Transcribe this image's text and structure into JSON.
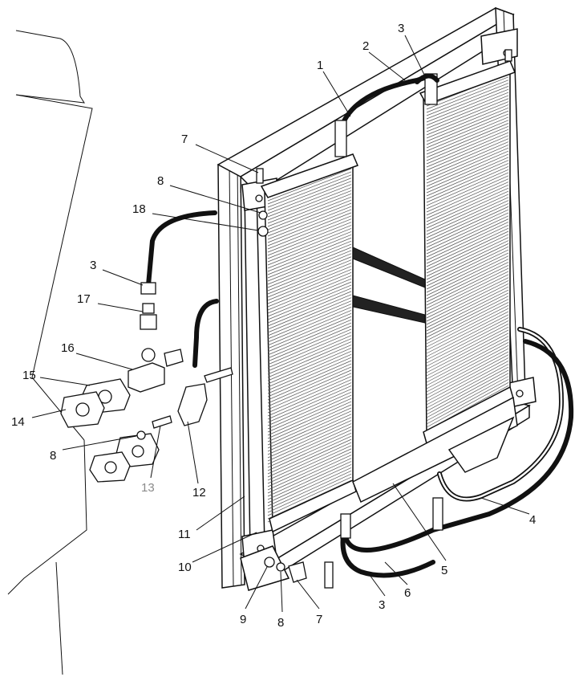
{
  "diagram": {
    "callouts": [
      {
        "id": "c1",
        "text": "1"
      },
      {
        "id": "c2",
        "text": "2"
      },
      {
        "id": "c3a",
        "text": "3"
      },
      {
        "id": "c7a",
        "text": "7"
      },
      {
        "id": "c8a",
        "text": "8"
      },
      {
        "id": "c18",
        "text": "18"
      },
      {
        "id": "c3b",
        "text": "3"
      },
      {
        "id": "c17",
        "text": "17"
      },
      {
        "id": "c16",
        "text": "16"
      },
      {
        "id": "c15",
        "text": "15"
      },
      {
        "id": "c14",
        "text": "14"
      },
      {
        "id": "c8b",
        "text": "8"
      },
      {
        "id": "c13",
        "text": "13"
      },
      {
        "id": "c12",
        "text": "12"
      },
      {
        "id": "c11",
        "text": "11"
      },
      {
        "id": "c10",
        "text": "10"
      },
      {
        "id": "c9",
        "text": "9"
      },
      {
        "id": "c8c",
        "text": "8"
      },
      {
        "id": "c7b",
        "text": "7"
      },
      {
        "id": "c3c",
        "text": "3"
      },
      {
        "id": "c6",
        "text": "6"
      },
      {
        "id": "c5",
        "text": "5"
      },
      {
        "id": "c4",
        "text": "4"
      }
    ]
  },
  "colors": {
    "ink": "#111111",
    "faded_label": "#8a8a8a",
    "background": "#ffffff"
  }
}
